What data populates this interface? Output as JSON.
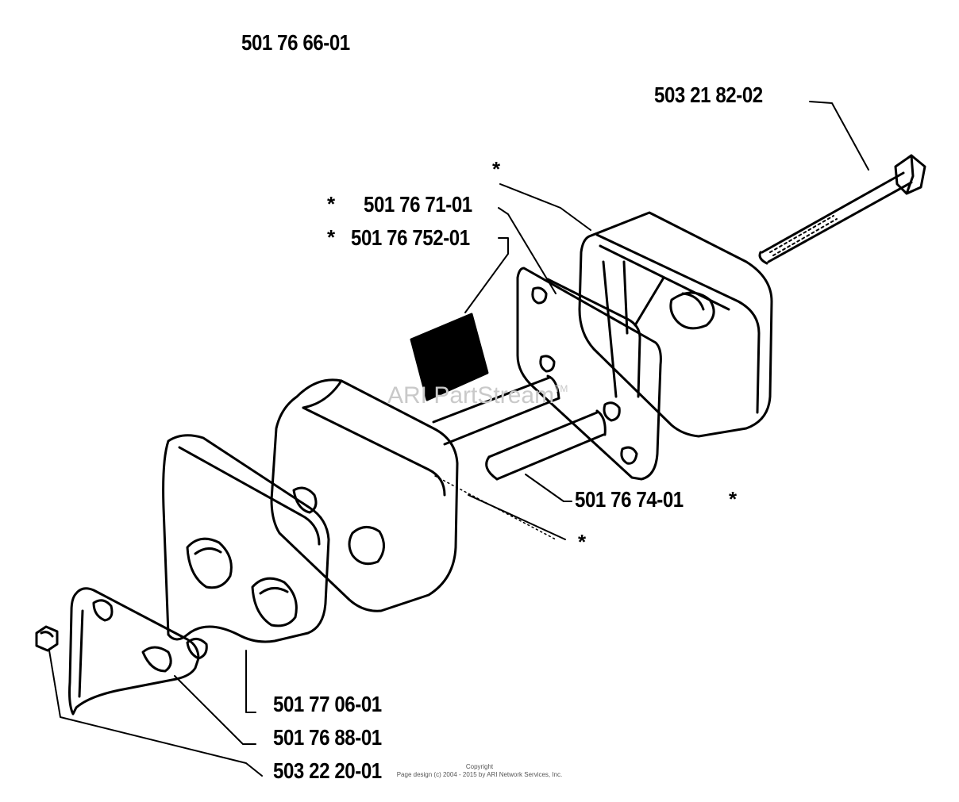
{
  "title": "501 76 66-01",
  "parts": {
    "rod_bolt": "503 21 82-02",
    "gasket": "501 76 71-01",
    "filter_element": "501 76 752-01",
    "stud": "501 76 74-01",
    "plate": "501 77 06-01",
    "deflector": "501 76 88-01",
    "nut": "503 22 20-01"
  },
  "star": "*",
  "watermark": {
    "text": "ARI PartStream",
    "tm": "TM"
  },
  "copyright": {
    "line1": "Copyright",
    "line2": "Page design (c) 2004 - 2015 by ARI Network Services, Inc."
  }
}
